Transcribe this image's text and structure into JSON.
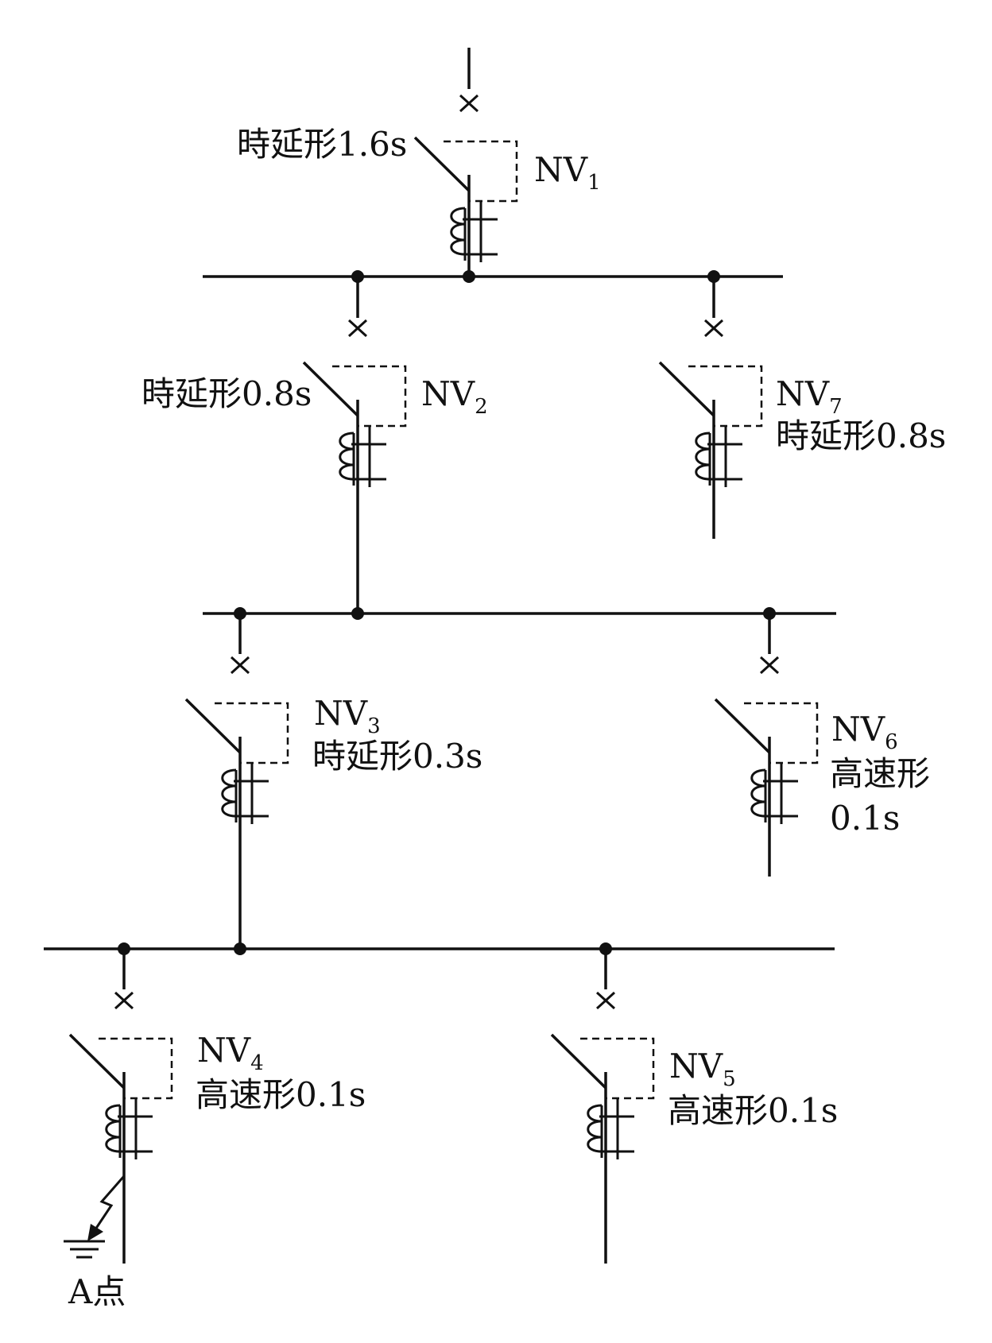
{
  "breakers": [
    {
      "id": "NV1",
      "name": "NV",
      "sub": "1",
      "type_label": "時延形1.6s"
    },
    {
      "id": "NV2",
      "name": "NV",
      "sub": "2",
      "type_label": "時延形0.8s"
    },
    {
      "id": "NV7",
      "name": "NV",
      "sub": "7",
      "type_label": "時延形0.8s"
    },
    {
      "id": "NV3",
      "name": "NV",
      "sub": "3",
      "type_label": "時延形0.3s"
    },
    {
      "id": "NV6",
      "name": "NV",
      "sub": "6",
      "type_label_line1": "高速形",
      "type_label_line2": "0.1s"
    },
    {
      "id": "NV4",
      "name": "NV",
      "sub": "4",
      "type_label": "高速形0.1s"
    },
    {
      "id": "NV5",
      "name": "NV",
      "sub": "5",
      "type_label": "高速形0.1s"
    }
  ],
  "fault_point_label": "A点"
}
